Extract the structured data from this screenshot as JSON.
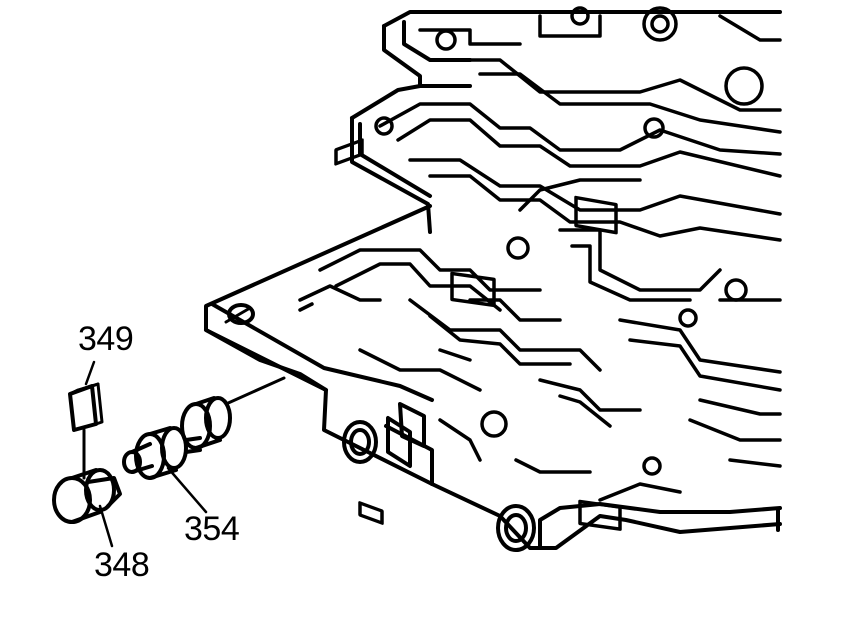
{
  "callouts": {
    "part_349": "349",
    "part_354": "354",
    "part_348": "348"
  },
  "colors": {
    "ink": "#000000",
    "paper": "#ffffff"
  }
}
